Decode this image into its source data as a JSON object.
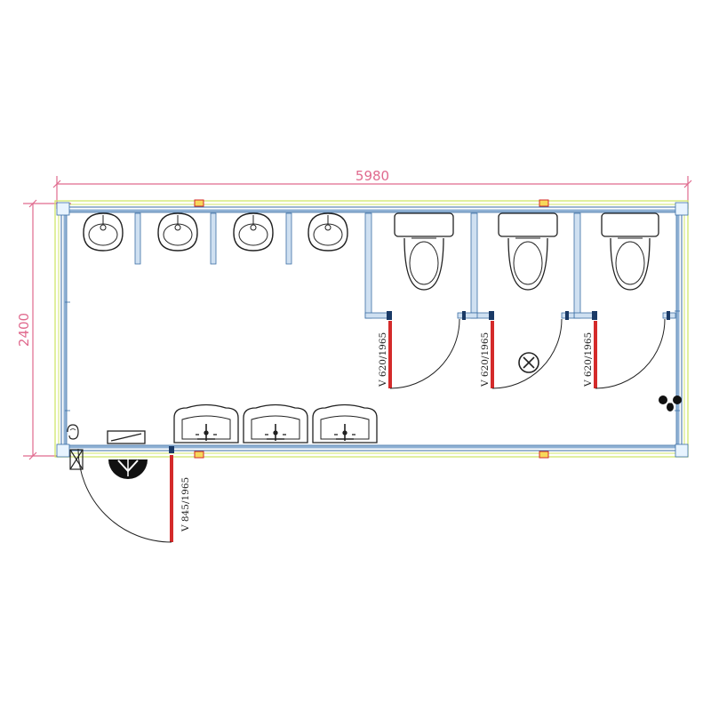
{
  "dimensions": {
    "width_label": "5980",
    "height_label": "2400"
  },
  "door_labels": {
    "cubicle_1": "V 620/1965",
    "cubicle_2": "V 620/1965",
    "cubicle_3": "V 620/1965",
    "entrance": "V 845/1965"
  },
  "fixtures": {
    "wall_basins": 4,
    "toilets": 3,
    "counter_basins": 3
  },
  "colors": {
    "dimension": "#e06a8e",
    "wall_blue": "#8fb1d4",
    "wall_outline": "#3a6ea5",
    "wall_green": "#cfe66a",
    "door_red": "#d42a2a",
    "fixture_line": "#222222"
  }
}
